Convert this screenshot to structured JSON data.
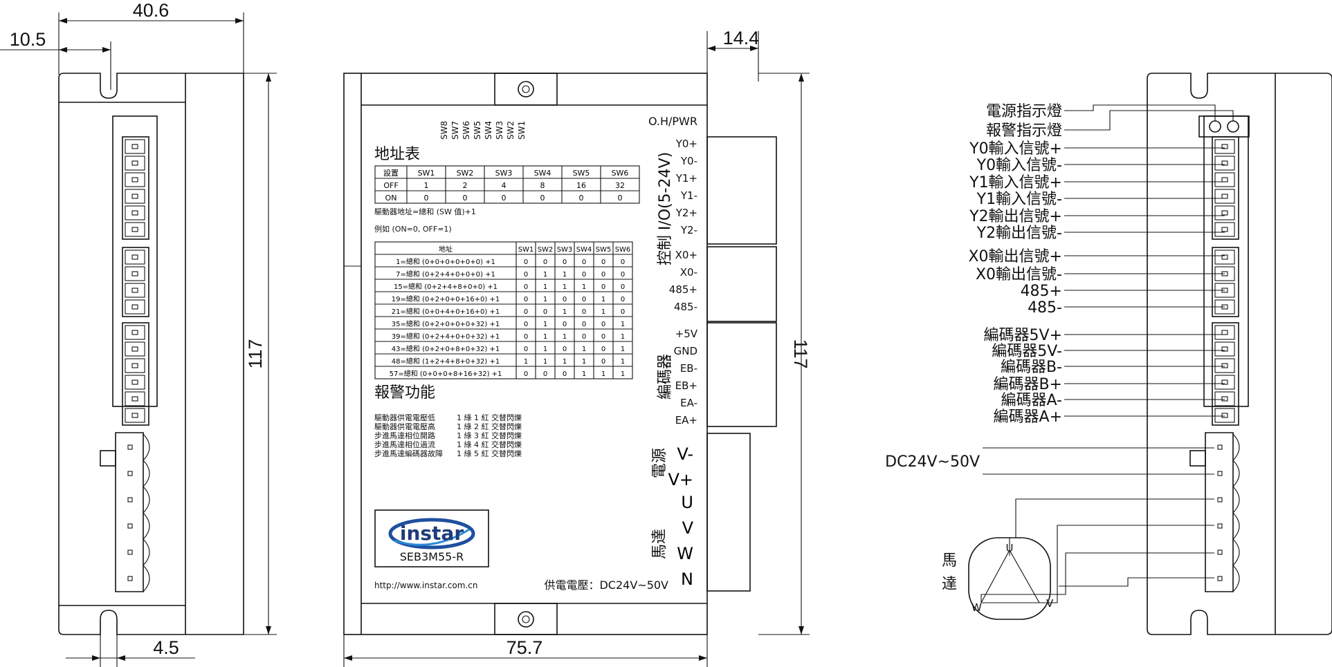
{
  "dimensions": {
    "d_40_6": "40.6",
    "d_10_5": "10.5",
    "d_117_left": "117",
    "d_4_5": "4.5",
    "d_14_4": "14.4",
    "d_117_mid": "117",
    "d_75_7": "75.7"
  },
  "front": {
    "sw_labels": [
      "SW8",
      "SW7",
      "SW6",
      "SW5",
      "SW4",
      "SW3",
      "SW2",
      "SW1"
    ],
    "oh_pwr": "O.H/PWR",
    "addr_title": "地址表",
    "addr_table": {
      "headers": [
        "設置",
        "SW1",
        "SW2",
        "SW3",
        "SW4",
        "SW5",
        "SW6"
      ],
      "rows": [
        [
          "OFF",
          "1",
          "2",
          "4",
          "8",
          "16",
          "32"
        ],
        [
          "ON",
          "0",
          "0",
          "0",
          "0",
          "0",
          "0"
        ]
      ]
    },
    "formula": "驅動器地址=總和 (SW 值)+1",
    "example": "例如 (ON=0, OFF=1)",
    "map_table": {
      "headers": [
        "地址",
        "SW1",
        "SW2",
        "SW3",
        "SW4",
        "SW5",
        "SW6"
      ],
      "rows": [
        [
          "1=總和 (0+0+0+0+0+0) +1",
          "0",
          "0",
          "0",
          "0",
          "0",
          "0"
        ],
        [
          "7=總和 (0+2+4+0+0+0) +1",
          "0",
          "1",
          "1",
          "0",
          "0",
          "0"
        ],
        [
          "15=總和 (0+2+4+8+0+0) +1",
          "0",
          "1",
          "1",
          "1",
          "0",
          "0"
        ],
        [
          "19=總和 (0+2+0+0+16+0) +1",
          "0",
          "1",
          "0",
          "0",
          "1",
          "0"
        ],
        [
          "21=總和 (0+0+4+0+16+0) +1",
          "0",
          "0",
          "1",
          "0",
          "1",
          "0"
        ],
        [
          "35=總和 (0+2+0+0+0+32) +1",
          "0",
          "1",
          "0",
          "0",
          "0",
          "1"
        ],
        [
          "39=總和 (0+2+4+0+0+32) +1",
          "0",
          "1",
          "1",
          "0",
          "0",
          "1"
        ],
        [
          "43=總和 (0+2+0+8+0+32) +1",
          "0",
          "1",
          "0",
          "1",
          "0",
          "1"
        ],
        [
          "48=總和 (1+2+4+8+0+32) +1",
          "1",
          "1",
          "1",
          "1",
          "0",
          "1"
        ],
        [
          "57=總和 (0+0+0+8+16+32) +1",
          "0",
          "0",
          "0",
          "1",
          "1",
          "1"
        ]
      ]
    },
    "alarm_title": "報警功能",
    "alarm_rows": [
      [
        "驅動器供電電壓低",
        "1 綠 1 紅  交替閃爍"
      ],
      [
        "驅動器供電電壓高",
        "1 綠 2 紅  交替閃爍"
      ],
      [
        "步進馬達相位開路",
        "1 綠 3 紅  交替閃爍"
      ],
      [
        "步進馬達相位過流",
        "1 綠 4 紅  交替閃爍"
      ],
      [
        "步進馬達編碼器故障",
        "1 綠 5 紅  交替閃爍"
      ]
    ],
    "logo": "instar",
    "model": "SEB3M55-R",
    "url": "http://www.instar.com.cn",
    "supply": "供電電壓：DC24V~50V",
    "io_group_label": "控制 I/O(5-24V)",
    "io_terms": [
      "Y0+",
      "Y0-",
      "Y1+",
      "Y1-",
      "Y2+",
      "Y2-"
    ],
    "x_terms": [
      "X0+",
      "X0-",
      "485+",
      "485-"
    ],
    "enc_group_label": "編碼器",
    "enc_terms": [
      "+5V",
      "GND",
      "EB-",
      "EB+",
      "EA-",
      "EA+"
    ],
    "power_label": "電源",
    "power_terms": [
      "V-",
      "V+"
    ],
    "motor_label": "馬達",
    "motor_terms": [
      "U",
      "V",
      "W",
      "N"
    ]
  },
  "right": {
    "signals": [
      "電源指示燈",
      "報警指示燈",
      "Y0輸入信號+",
      "Y0輸入信號-",
      "Y1輸入信號+",
      "Y1輸入信號-",
      "Y2輸出信號+",
      "Y2輸出信號-",
      "X0輸出信號+",
      "X0輸出信號-",
      "485+",
      "485-",
      "編碼器5V+",
      "編碼器5V-",
      "編碼器B-",
      "編碼器B+",
      "編碼器A-",
      "編碼器A+"
    ],
    "supply": "DC24V~50V",
    "motor_label": "馬達",
    "motor_u": "U",
    "motor_v": "V",
    "motor_w": "W"
  }
}
